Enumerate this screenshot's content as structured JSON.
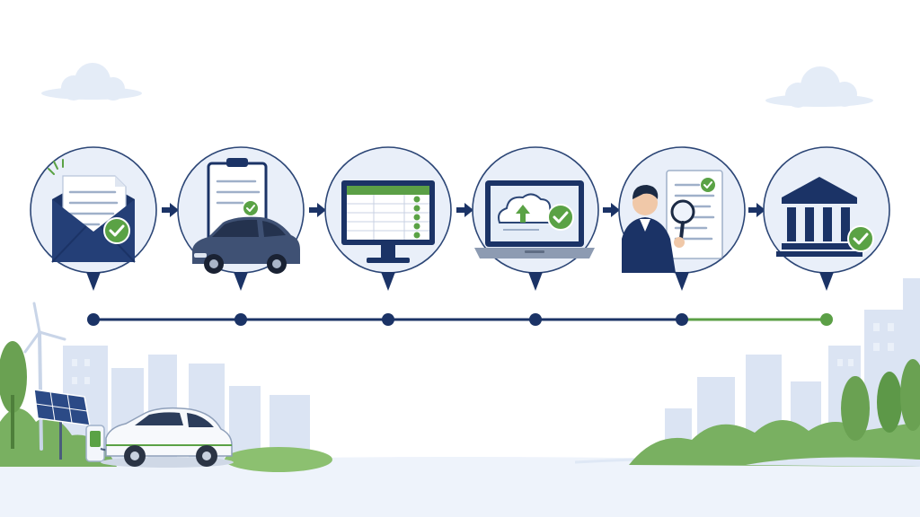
{
  "colors": {
    "navy": "#1b3366",
    "green": "#5b9f46",
    "check_green": "#5aa245",
    "step_fill": "#e9eff9",
    "step_stroke": "#2c4676",
    "city": "#d4def0",
    "tree": "#6fa856",
    "ground": "#edf2fb"
  },
  "steps": [
    {
      "icon": "envelope-document-check-icon"
    },
    {
      "icon": "clipboard-car-check-icon"
    },
    {
      "icon": "monitor-spreadsheet-check-icon"
    },
    {
      "icon": "laptop-cloud-upload-check-icon"
    },
    {
      "icon": "inspector-magnifier-document-check-icon"
    },
    {
      "icon": "bank-building-check-icon"
    }
  ],
  "timeline": {
    "completed_segments": 4,
    "total_segments": 5,
    "active_segment_color": "green"
  },
  "scenery": {
    "left": [
      "wind-turbine-icon",
      "solar-panel-icon",
      "ev-charger-icon",
      "electric-car-icon"
    ],
    "right": [
      "city-skyline",
      "trees"
    ]
  }
}
